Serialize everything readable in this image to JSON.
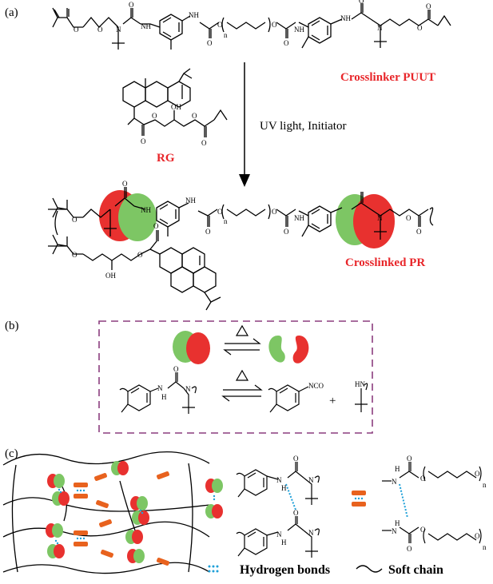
{
  "panels": {
    "a": "(a)",
    "b": "(b)",
    "c": "(c)"
  },
  "labels": {
    "crosslinker": "Crosslinker PUUT",
    "rg": "RG",
    "reaction": "UV light, Initiator",
    "crosslinked": "Crosslinked PR"
  },
  "atoms": {
    "O": "O",
    "N": "N",
    "NH": "NH",
    "HN": "HN",
    "H": "H",
    "OH": "OH",
    "NCO": "NCO",
    "n": "n",
    "plus": "+"
  },
  "legend": {
    "hydrogen_bonds": "Hydrogen bonds",
    "soft_chain": "Soft chain"
  },
  "colors": {
    "red_label": "#e8262a",
    "red_lobe": "#e8312f",
    "green_lobe": "#7dc664",
    "dashed_box": "#8b3d7f",
    "hbond": "#1fa0d8",
    "orange_bar": "#e8621e"
  }
}
